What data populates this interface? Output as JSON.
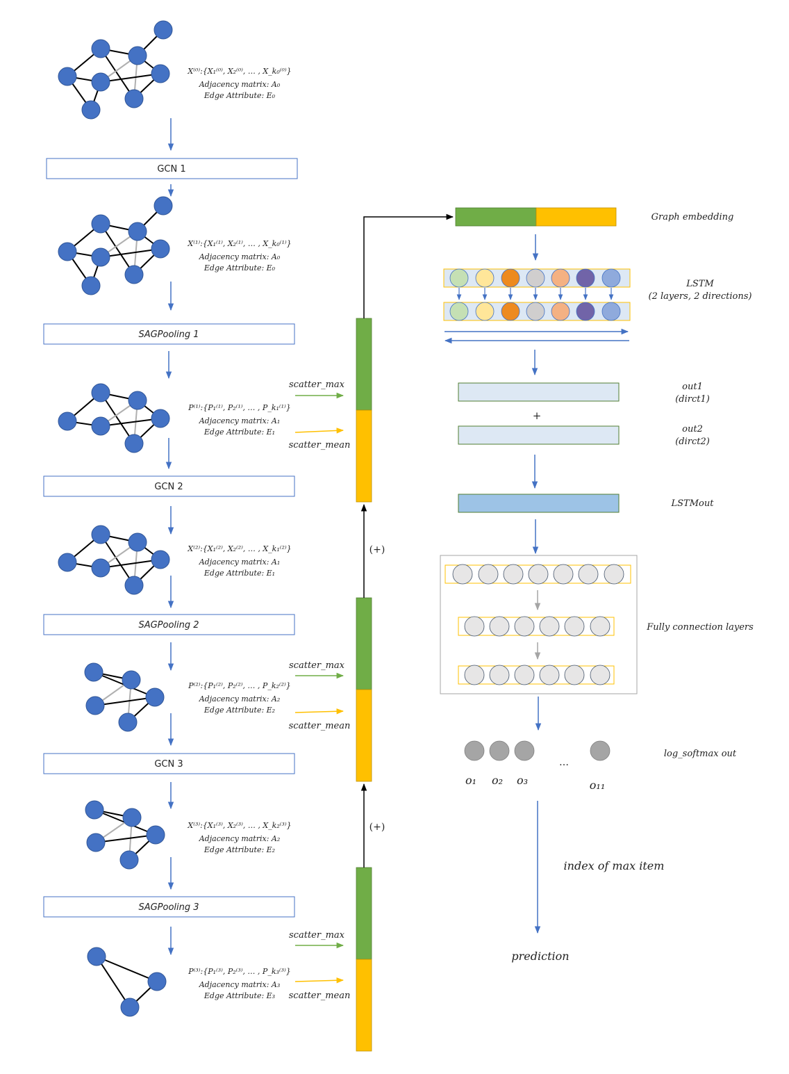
{
  "colors": {
    "node": "#4472c4",
    "node_stroke": "#2f5597",
    "arrow": "#4472c4",
    "green": "#70ad47",
    "yellow": "#ffc000",
    "light_box": "#dde8f4",
    "lstm_out": "#9dc3e6",
    "grey_node": "#a5a5a5",
    "fc_node": "#e7e6e6"
  },
  "left_boxes": {
    "gcn1": "GCN 1",
    "sag1": "SAGPooling 1",
    "gcn2": "GCN 2",
    "sag2": "SAGPooling 2",
    "gcn3": "GCN 3",
    "sag3": "SAGPooling 3"
  },
  "annotations": {
    "g0": {
      "feature": "X⁽⁰⁾:{X₁⁽⁰⁾, X₂⁽⁰⁾, … , X_k₀⁽⁰⁾}",
      "adj": "Adjacency matrix: A₀",
      "edge": "Edge Attribute: E₀"
    },
    "g1": {
      "feature": "X⁽¹⁾:{X₁⁽¹⁾, X₂⁽¹⁾, … , X_k₀⁽¹⁾}",
      "adj": "Adjacency matrix: A₀",
      "edge": "Edge Attribute: E₀"
    },
    "p1": {
      "feature": "P⁽¹⁾:{P₁⁽¹⁾, P₂⁽¹⁾, … , P_k₁⁽¹⁾}",
      "adj": "Adjacency matrix: A₁",
      "edge": "Edge Attribute: E₁"
    },
    "g2": {
      "feature": "X⁽²⁾:{X₁⁽²⁾, X₂⁽²⁾, … , X_k₁⁽²⁾}",
      "adj": "Adjacency matrix: A₁",
      "edge": "Edge Attribute: E₁"
    },
    "p2": {
      "feature": "P⁽²⁾:{P₁⁽²⁾, P₂⁽²⁾, … , P_k₂⁽²⁾}",
      "adj": "Adjacency matrix: A₂",
      "edge": "Edge Attribute: E₂"
    },
    "g3": {
      "feature": "X⁽³⁾:{X₁⁽³⁾, X₂⁽³⁾, … , X_k₂⁽³⁾}",
      "adj": "Adjacency matrix: A₂",
      "edge": "Edge Attribute: E₂"
    },
    "p3": {
      "feature": "P⁽³⁾:{P₁⁽³⁾, P₂⁽³⁾, … , P_k₃⁽³⁾}",
      "adj": "Adjacency matrix: A₃",
      "edge": "Edge Attribute: E₃"
    }
  },
  "scatter": {
    "max": "scatter_max",
    "mean": "scatter_mean"
  },
  "plus_labels": {
    "upper": "(+)",
    "lower": "(+)"
  },
  "right": {
    "graph_embedding": "Graph embedding",
    "lstm_title": "LSTM",
    "lstm_sub": "(2 layers, 2 directions)",
    "lstm_colors": [
      "#c5e0b4",
      "#ffe699",
      "#ed8a1f",
      "#d0cece",
      "#f4b183",
      "#7164a8",
      "#8faadc"
    ],
    "out1": "out1",
    "out1_sub": "(dirct1)",
    "plus": "+",
    "out2": "out2",
    "out2_sub": "(dirct2)",
    "lstm_out": "LSTMout",
    "fc_label": "Fully connection layers",
    "log_softmax": "log_softmax out",
    "ellipsis": "…",
    "o_labels": [
      "o₁",
      "o₂",
      "o₃",
      "o₁₁"
    ],
    "index_label": "index of max item",
    "prediction": "prediction"
  }
}
